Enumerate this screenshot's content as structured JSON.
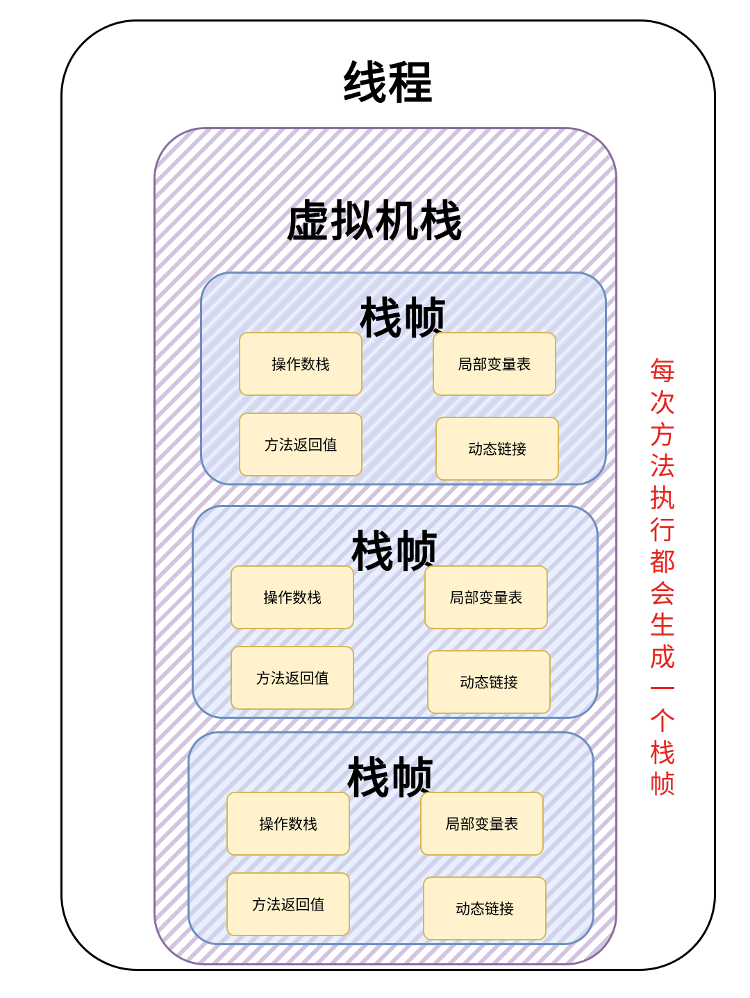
{
  "thread": {
    "title": "线程"
  },
  "vm_stack": {
    "title": "虚拟机栈"
  },
  "frames": [
    {
      "title": "栈帧",
      "operand_stack": "操作数栈",
      "local_vars": "局部变量表",
      "return_value": "方法返回值",
      "dynamic_link": "动态链接"
    },
    {
      "title": "栈帧",
      "operand_stack": "操作数栈",
      "local_vars": "局部变量表",
      "return_value": "方法返回值",
      "dynamic_link": "动态链接"
    },
    {
      "title": "栈帧",
      "operand_stack": "操作数栈",
      "local_vars": "局部变量表",
      "return_value": "方法返回值",
      "dynamic_link": "动态链接"
    }
  ],
  "note": "每次方法执行都会生成一个栈帧",
  "colors": {
    "thread_border": "#000000",
    "vm_stack_border": "#8a6e9e",
    "frame_border": "#6c8ebf",
    "frame_fill": "#dae8fc",
    "cell_border": "#d6b656",
    "cell_fill": "#fff2cc",
    "note_text": "#e52620"
  }
}
